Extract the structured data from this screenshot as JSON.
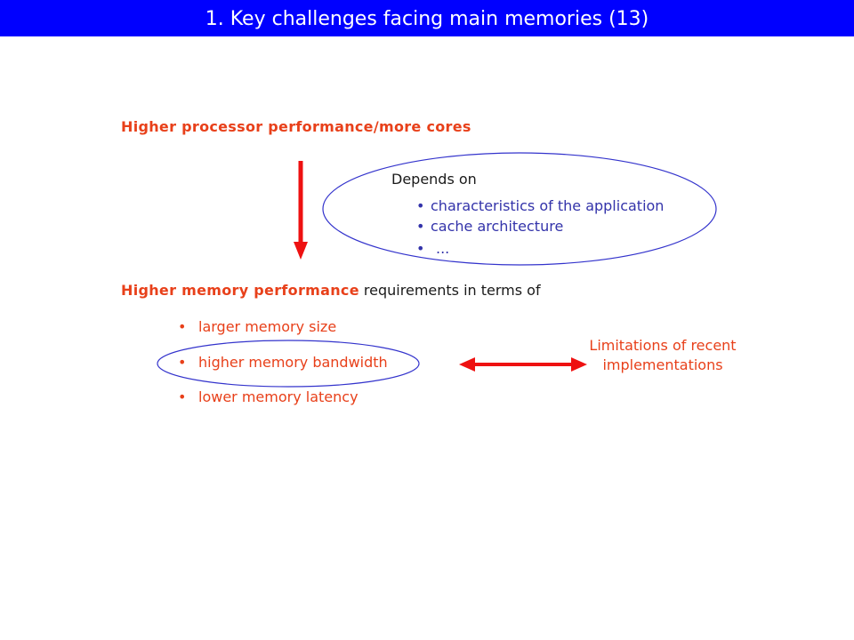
{
  "slide": {
    "title": "1. Key challenges facing main memories (13)",
    "top_heading": "Higher processor performance/more cores",
    "depends_on": {
      "label": "Depends on",
      "items": [
        "characteristics of the application",
        "cache architecture",
        "..."
      ]
    },
    "memory_heading": {
      "bold": "Higher memory performance",
      "rest": " requirements in terms of"
    },
    "requirements": [
      "larger memory size",
      "higher memory bandwidth",
      "lower memory latency"
    ],
    "limitations": "Limitations of recent implementations",
    "bullet": "•"
  },
  "colors": {
    "title_bar": "#0000ff",
    "accent_red": "#e8401a",
    "arrow_red": "#ee1111",
    "ellipse_blue": "#3333cc",
    "list_blue": "#3333aa"
  }
}
